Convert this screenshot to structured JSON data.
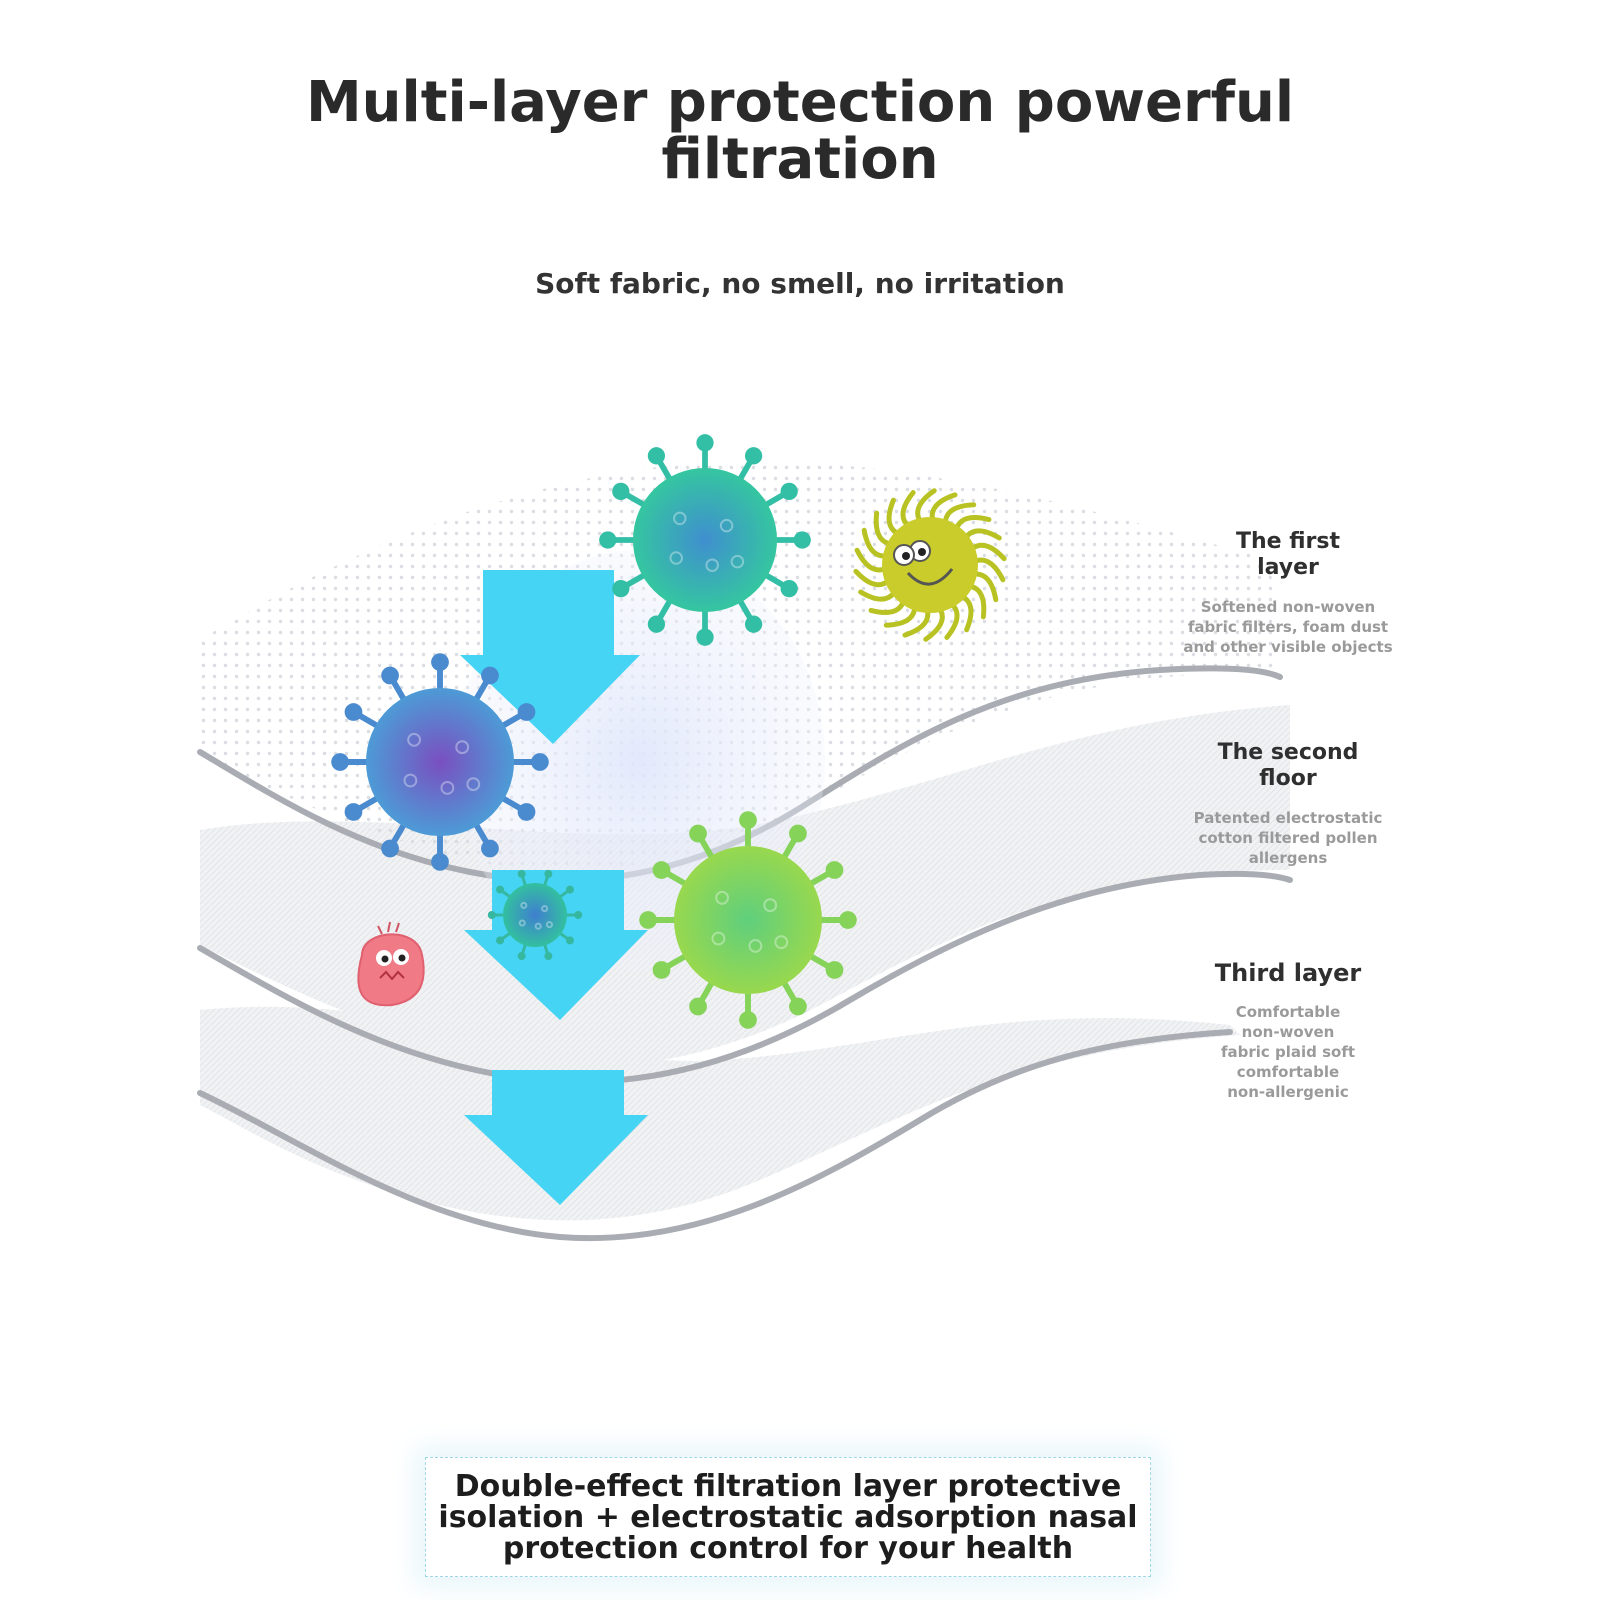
{
  "header": {
    "title_line1": "Multi-layer protection powerful",
    "title_line2": "filtration",
    "subtitle": "Soft fabric, no smell, no irritation"
  },
  "layers": [
    {
      "title_line1": "The first",
      "title_line2": "layer",
      "desc_lines": [
        "Softened non-woven",
        "fabric filters, foam dust",
        "and other visible objects"
      ]
    },
    {
      "title_line1": "The second",
      "title_line2": "floor",
      "desc_lines": [
        "Patented electrostatic",
        "cotton filtered pollen",
        "allergens"
      ]
    },
    {
      "title_line1": "Third layer",
      "desc_lines": [
        "Comfortable",
        "non-woven",
        "fabric plaid soft",
        "comfortable",
        "non-allergenic"
      ]
    }
  ],
  "footer": {
    "line1": "Double-effect filtration layer protective",
    "line2": "isolation + electrostatic adsorption nasal",
    "line3": "protection control for your health"
  },
  "colors": {
    "arrow": "#46d4f5",
    "layer_edge": "#a9adb3",
    "virus_teal": "#2fb8a3",
    "virus_blue": "#4a7fc4",
    "virus_green": "#7bd160",
    "germ_yellow": "#c9cc2a",
    "germ_pink": "#f07a86"
  },
  "icons": [
    "arrow-down-icon",
    "virus-icon",
    "germ-icon"
  ]
}
